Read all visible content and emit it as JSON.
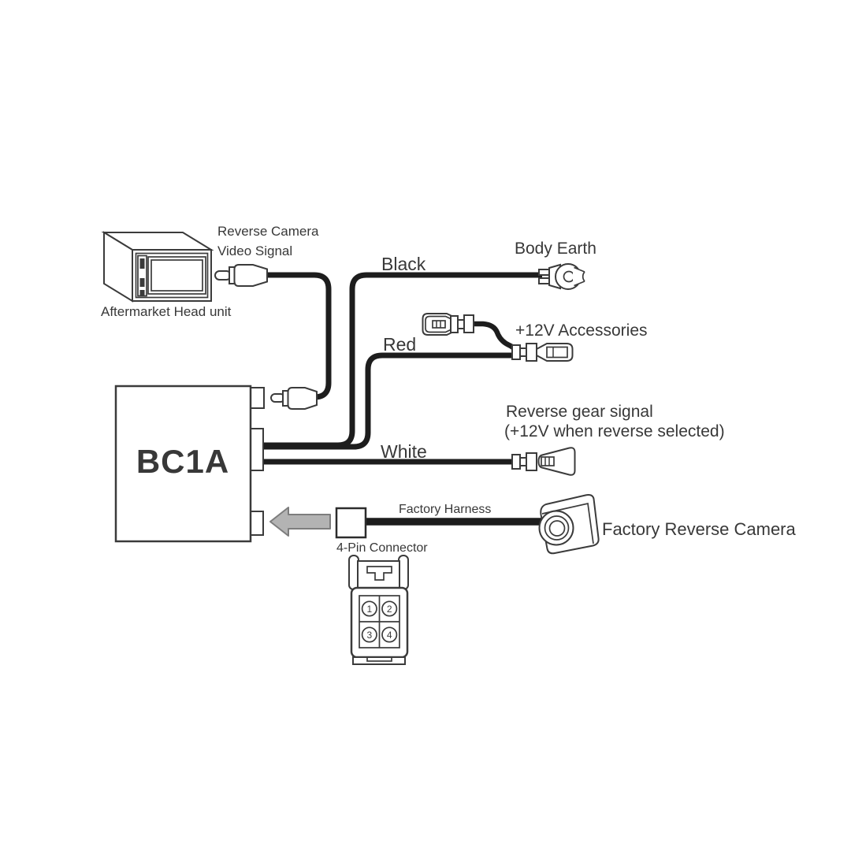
{
  "diagram": {
    "device_label": "BC1A",
    "head_unit": {
      "caption": "Aftermarket Head unit",
      "signal_line1": "Reverse Camera",
      "signal_line2": "Video Signal"
    },
    "wires": {
      "black": {
        "label": "Black",
        "destination": "Body Earth"
      },
      "red": {
        "label": "Red",
        "destination": "+12V Accessories"
      },
      "white": {
        "label": "White",
        "destination_line1": "Reverse gear signal",
        "destination_line2": "(+12V when reverse selected)"
      }
    },
    "factory": {
      "harness_label": "Factory Harness",
      "connector_label": "4-Pin Connector",
      "camera_label": "Factory Reverse Camera",
      "pins": [
        "1",
        "2",
        "3",
        "4"
      ]
    },
    "colors": {
      "background": "#ffffff",
      "line": "#3b3b3b",
      "wire": "#1d1d1d",
      "text": "#383838",
      "arrow_fill": "#b3b3b3",
      "arrow_stroke": "#7d7d7d"
    }
  }
}
